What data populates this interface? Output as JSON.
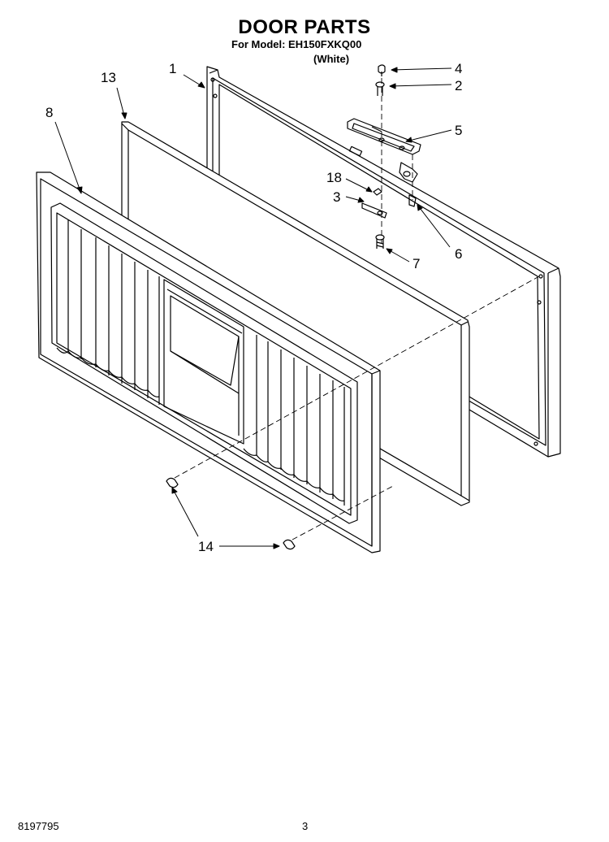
{
  "header": {
    "title": "DOOR PARTS",
    "model_line": "For Model: EH150FXKQ00",
    "variant": "(White)"
  },
  "callouts": {
    "c1": "1",
    "c2": "2",
    "c3": "3",
    "c4": "4",
    "c5": "5",
    "c6": "6",
    "c7": "7",
    "c8": "8",
    "c13": "13",
    "c14": "14",
    "c18": "18"
  },
  "footer": {
    "doc_number": "8197795",
    "page_number": "3"
  },
  "colors": {
    "line": "#000000",
    "background": "#ffffff"
  }
}
